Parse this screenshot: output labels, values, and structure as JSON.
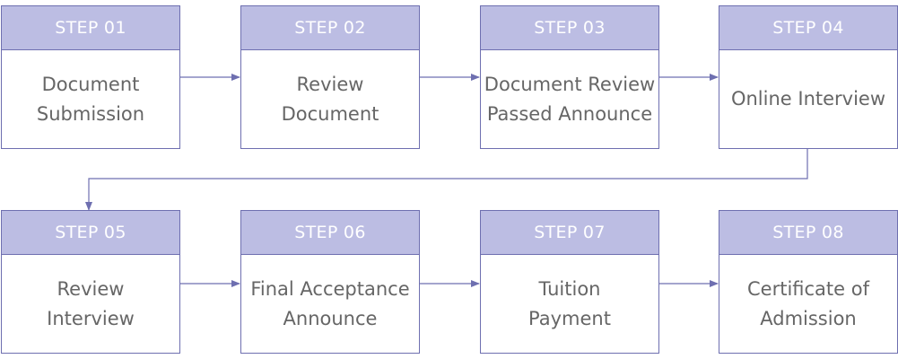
{
  "colors": {
    "border": "#6e6fb0",
    "header_fill": "#bcbde3",
    "header_text": "#ffffff",
    "body_text": "#666666"
  },
  "steps": [
    {
      "label": "STEP 01",
      "text": "Document\nSubmission"
    },
    {
      "label": "STEP 02",
      "text": "Review\nDocument"
    },
    {
      "label": "STEP 03",
      "text": "Document Review\nPassed Announce"
    },
    {
      "label": "STEP 04",
      "text": "Online Interview"
    },
    {
      "label": "STEP 05",
      "text": "Review\nInterview"
    },
    {
      "label": "STEP 06",
      "text": "Final Acceptance\nAnnounce"
    },
    {
      "label": "STEP 07",
      "text": "Tuition\nPayment"
    },
    {
      "label": "STEP 08",
      "text": "Certificate of\nAdmission"
    }
  ]
}
